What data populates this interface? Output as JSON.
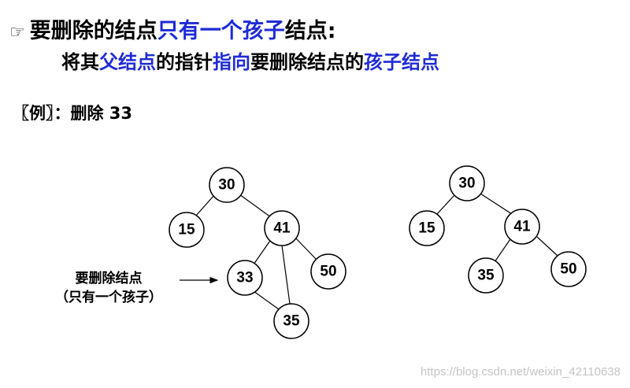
{
  "heading": {
    "bullet_icon": "☞",
    "parts": [
      {
        "text": "要删除的结点",
        "color": "#000000"
      },
      {
        "text": "只有一个孩子",
        "color": "#1f2bd6"
      },
      {
        "text": "结点:",
        "color": "#000000"
      }
    ]
  },
  "subline": {
    "parts": [
      {
        "text": "将其",
        "color": "#000000"
      },
      {
        "text": "父结点",
        "color": "#1f2bd6"
      },
      {
        "text": "的指针",
        "color": "#000000"
      },
      {
        "text": "指向",
        "color": "#1f2bd6"
      },
      {
        "text": "要删除结点的",
        "color": "#000000"
      },
      {
        "text": "孩子结点",
        "color": "#1f2bd6"
      }
    ]
  },
  "example": "〖例〗：删除 33",
  "annotation": {
    "line1": "要删除结点",
    "line2": "（只有一个孩子）"
  },
  "trees": {
    "before": {
      "nodes": [
        {
          "id": "b30",
          "label": "30"
        },
        {
          "id": "b15",
          "label": "15"
        },
        {
          "id": "b41",
          "label": "41"
        },
        {
          "id": "b33",
          "label": "33"
        },
        {
          "id": "b50",
          "label": "50"
        },
        {
          "id": "b35",
          "label": "35"
        }
      ]
    },
    "after": {
      "nodes": [
        {
          "id": "a30",
          "label": "30"
        },
        {
          "id": "a15",
          "label": "15"
        },
        {
          "id": "a41",
          "label": "41"
        },
        {
          "id": "a35",
          "label": "35"
        },
        {
          "id": "a50",
          "label": "50"
        }
      ]
    }
  },
  "watermark": "https://blog.csdn.net/weixin_42110638"
}
